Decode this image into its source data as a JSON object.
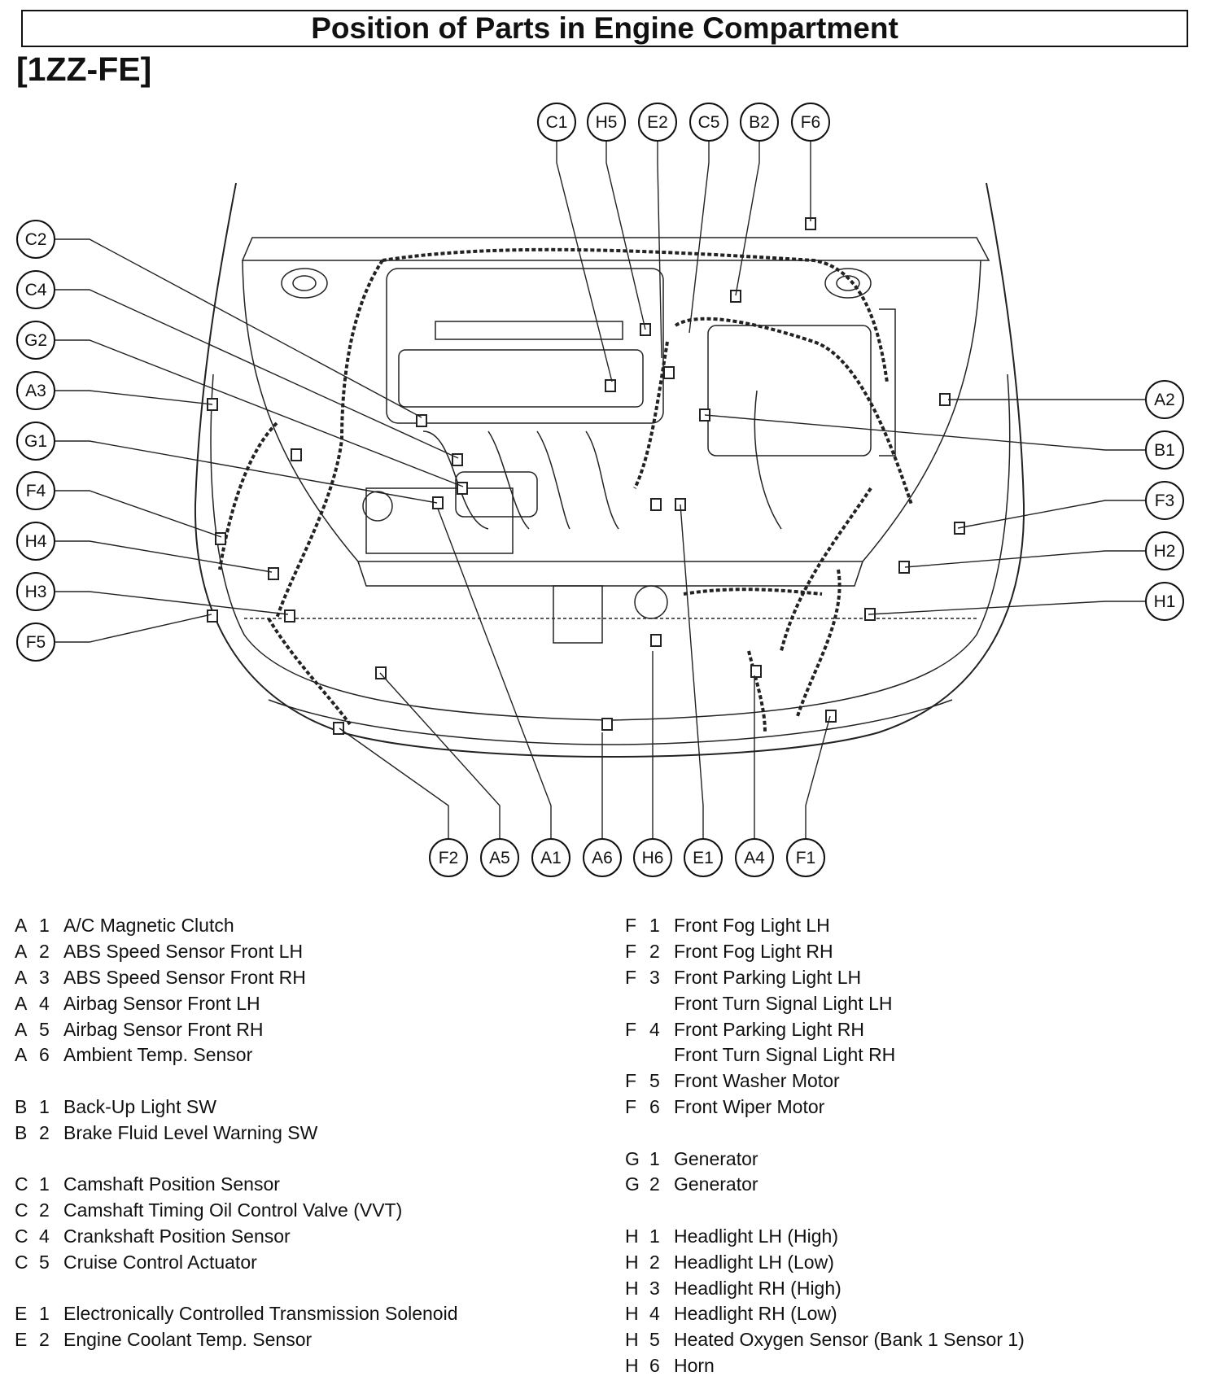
{
  "header": {
    "title": "Position of Parts in Engine Compartment",
    "engine": "[1ZZ-FE]"
  },
  "callouts": {
    "top": [
      "C1",
      "H5",
      "E2",
      "C5",
      "B2",
      "F6"
    ],
    "left": [
      "C2",
      "C4",
      "G2",
      "A3",
      "G1",
      "F4",
      "H4",
      "H3",
      "F5"
    ],
    "right": [
      "A2",
      "B1",
      "F3",
      "H2",
      "H1"
    ],
    "bottom": [
      "F2",
      "A5",
      "A1",
      "A6",
      "H6",
      "E1",
      "A4",
      "F1"
    ]
  },
  "legend_left": [
    {
      "letter": "A",
      "num": "1",
      "name": "A/C Magnetic Clutch"
    },
    {
      "letter": "A",
      "num": "2",
      "name": "ABS Speed Sensor Front LH"
    },
    {
      "letter": "A",
      "num": "3",
      "name": "ABS Speed Sensor Front RH"
    },
    {
      "letter": "A",
      "num": "4",
      "name": "Airbag Sensor Front LH"
    },
    {
      "letter": "A",
      "num": "5",
      "name": "Airbag Sensor Front RH"
    },
    {
      "letter": "A",
      "num": "6",
      "name": "Ambient Temp. Sensor"
    },
    {
      "gap": true
    },
    {
      "letter": "B",
      "num": "1",
      "name": "Back-Up Light SW"
    },
    {
      "letter": "B",
      "num": "2",
      "name": "Brake Fluid Level Warning SW"
    },
    {
      "gap": true
    },
    {
      "letter": "C",
      "num": "1",
      "name": "Camshaft Position Sensor"
    },
    {
      "letter": "C",
      "num": "2",
      "name": "Camshaft Timing Oil Control Valve (VVT)"
    },
    {
      "letter": "C",
      "num": "4",
      "name": "Crankshaft Position Sensor"
    },
    {
      "letter": "C",
      "num": "5",
      "name": "Cruise Control Actuator"
    },
    {
      "gap": true
    },
    {
      "letter": "E",
      "num": "1",
      "name": "Electronically Controlled Transmission Solenoid"
    },
    {
      "letter": "E",
      "num": "2",
      "name": "Engine Coolant Temp. Sensor"
    }
  ],
  "legend_right": [
    {
      "letter": "F",
      "num": "1",
      "name": "Front Fog Light LH"
    },
    {
      "letter": "F",
      "num": "2",
      "name": "Front Fog Light RH"
    },
    {
      "letter": "F",
      "num": "3",
      "name": "Front Parking Light LH"
    },
    {
      "letter": "",
      "num": "",
      "name": "Front Turn Signal Light LH"
    },
    {
      "letter": "F",
      "num": "4",
      "name": "Front Parking Light RH"
    },
    {
      "letter": "",
      "num": "",
      "name": "Front Turn Signal Light RH"
    },
    {
      "letter": "F",
      "num": "5",
      "name": "Front Washer Motor"
    },
    {
      "letter": "F",
      "num": "6",
      "name": "Front Wiper Motor"
    },
    {
      "gap": true
    },
    {
      "letter": "G",
      "num": "1",
      "name": "Generator"
    },
    {
      "letter": "G",
      "num": "2",
      "name": "Generator"
    },
    {
      "gap": true
    },
    {
      "letter": "H",
      "num": "1",
      "name": "Headlight LH (High)"
    },
    {
      "letter": "H",
      "num": "2",
      "name": "Headlight LH (Low)"
    },
    {
      "letter": "H",
      "num": "3",
      "name": "Headlight RH (High)"
    },
    {
      "letter": "H",
      "num": "4",
      "name": "Headlight RH (Low)"
    },
    {
      "letter": "H",
      "num": "5",
      "name": "Heated Oxygen Sensor (Bank 1 Sensor 1)"
    },
    {
      "letter": "H",
      "num": "6",
      "name": "Horn"
    }
  ]
}
